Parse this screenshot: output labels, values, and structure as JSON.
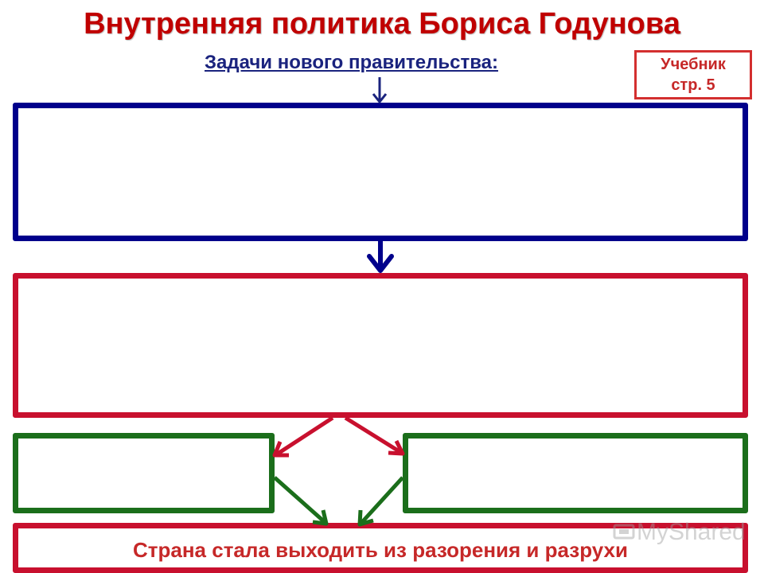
{
  "title": "Внутренняя политика Бориса Годунова",
  "subtitle": "Задачи нового правительства:",
  "textbook_ref": {
    "line1": "Учебник",
    "line2": "стр. 5"
  },
  "boxes": {
    "blue": "",
    "red": "",
    "green_left": "",
    "green_right": "",
    "result": "Страна стала выходить из разорения и разрухи"
  },
  "watermark": "MyShared",
  "colors": {
    "title": "#c00000",
    "subtitle": "#1a237e",
    "blue_border": "#00008b",
    "red_border": "#c8102e",
    "green_border": "#1b6e1b"
  }
}
